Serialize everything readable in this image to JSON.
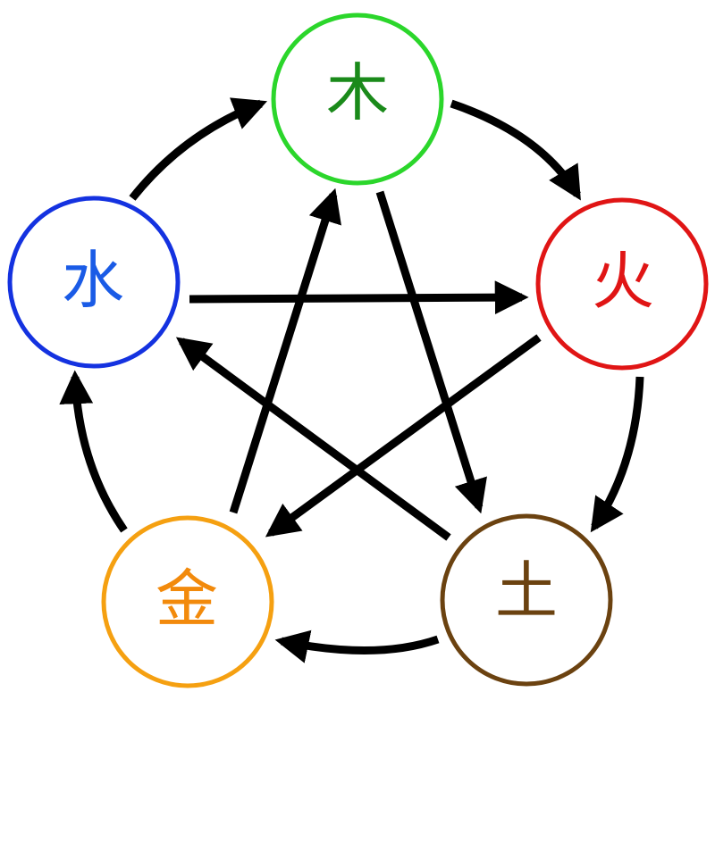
{
  "elements": {
    "wood": {
      "label": "木",
      "color": "#2bd62b",
      "text_color": "#1a8a1a"
    },
    "fire": {
      "label": "火",
      "color": "#e01515",
      "text_color": "#e01515"
    },
    "earth": {
      "label": "土",
      "color": "#6b4210",
      "text_color": "#6b4210"
    },
    "metal": {
      "label": "金",
      "color": "#f5a011",
      "text_color": "#f28a0c"
    },
    "water": {
      "label": "水",
      "color": "#1432e0",
      "text_color": "#1a5be6"
    }
  },
  "arrow_color": "#000000",
  "generating_cycle": [
    {
      "from": "wood",
      "to": "fire"
    },
    {
      "from": "fire",
      "to": "earth"
    },
    {
      "from": "earth",
      "to": "metal"
    },
    {
      "from": "metal",
      "to": "water"
    },
    {
      "from": "water",
      "to": "wood"
    }
  ],
  "overcoming_cycle": [
    {
      "from": "wood",
      "to": "earth"
    },
    {
      "from": "earth",
      "to": "water"
    },
    {
      "from": "water",
      "to": "fire"
    },
    {
      "from": "fire",
      "to": "metal"
    },
    {
      "from": "metal",
      "to": "wood"
    }
  ]
}
